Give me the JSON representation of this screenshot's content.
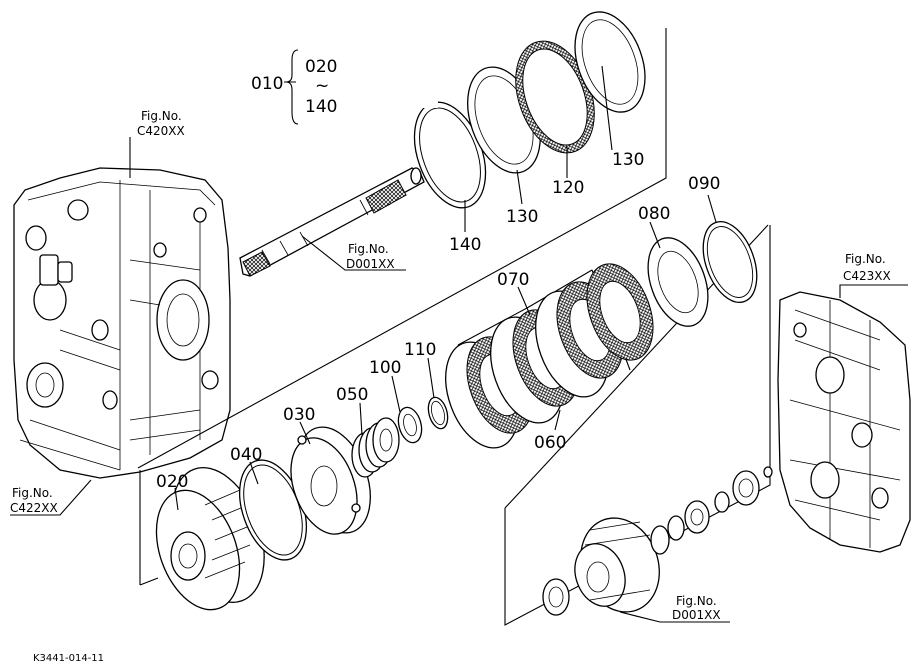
{
  "part_labels": {
    "p010": "010",
    "p020_range": "020",
    "tilde": "~",
    "p140_range": "140",
    "p020": "020",
    "p030": "030",
    "p040": "040",
    "p050": "050",
    "p060": "060",
    "p070": "070",
    "p080": "080",
    "p090": "090",
    "p100": "100",
    "p110": "110",
    "p120": "120",
    "p130a": "130",
    "p130b": "130",
    "p140": "140"
  },
  "figure_refs": {
    "c420_fig": "Fig.No.",
    "c420_num": "C420XX",
    "d001_top_fig": "Fig.No.",
    "d001_top_num": "D001XX",
    "c423_fig": "Fig.No.",
    "c423_num": "C423XX",
    "c422_fig": "Fig.No.",
    "c422_num": "C422XX",
    "d001_bot_fig": "Fig.No.",
    "d001_bot_num": "D001XX"
  },
  "drawing_code": "K3441-014-11"
}
